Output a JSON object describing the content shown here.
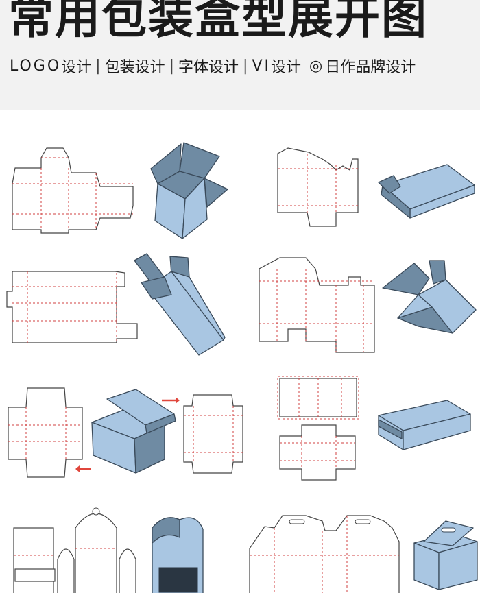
{
  "header": {
    "title": "常用包装盒型展开图",
    "services": [
      {
        "en": "LOGO",
        "zh": "设计"
      },
      {
        "en": "",
        "zh": "包装设计"
      },
      {
        "en": "",
        "zh": "字体设计"
      },
      {
        "en": "VI",
        "zh": "设计"
      }
    ],
    "separator": "|",
    "brand_icon": "◎",
    "brand": "日作品牌设计"
  },
  "colors": {
    "box_fill": "#a9c6e2",
    "box_dark": "#6f8ba3",
    "box_stroke": "#3a4a5a",
    "dashed": "#d04040",
    "arrow": "#e0463c",
    "header_bg": "#f2f2f2"
  }
}
